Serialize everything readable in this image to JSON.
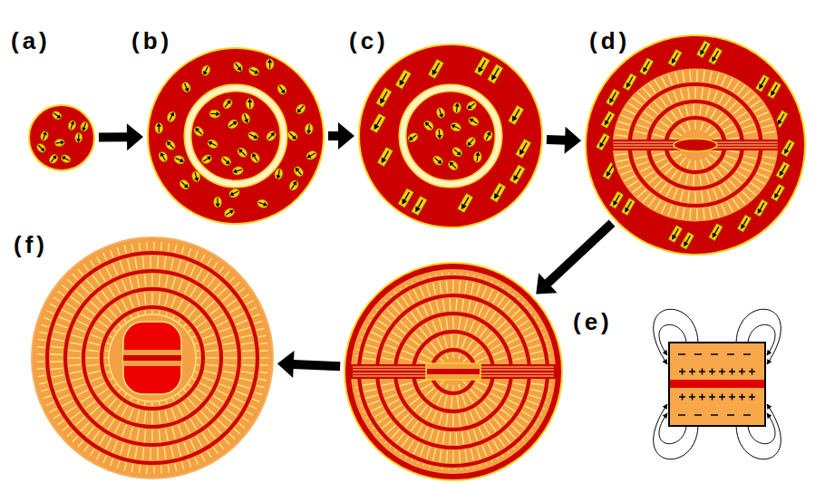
{
  "diagram": {
    "nodes": [
      {
        "text": [
          "(a)"
        ]
      },
      {
        "text": [
          "(b)"
        ]
      },
      {
        "text": [
          "(c)"
        ]
      },
      {
        "text": [
          "(d)"
        ]
      },
      {
        "text": [
          "(e)"
        ]
      },
      {
        "text": [
          "(f)"
        ]
      }
    ],
    "edges": [
      {
        "from": 0,
        "to": 1,
        "arrow": "to"
      },
      {
        "from": 1,
        "to": 2,
        "arrow": "to"
      },
      {
        "from": 2,
        "to": 3,
        "arrow": "to"
      },
      {
        "from": 3,
        "to": 4,
        "arrow": "to"
      },
      {
        "from": 4,
        "to": 5,
        "arrow": "to"
      }
    ]
  }
}
